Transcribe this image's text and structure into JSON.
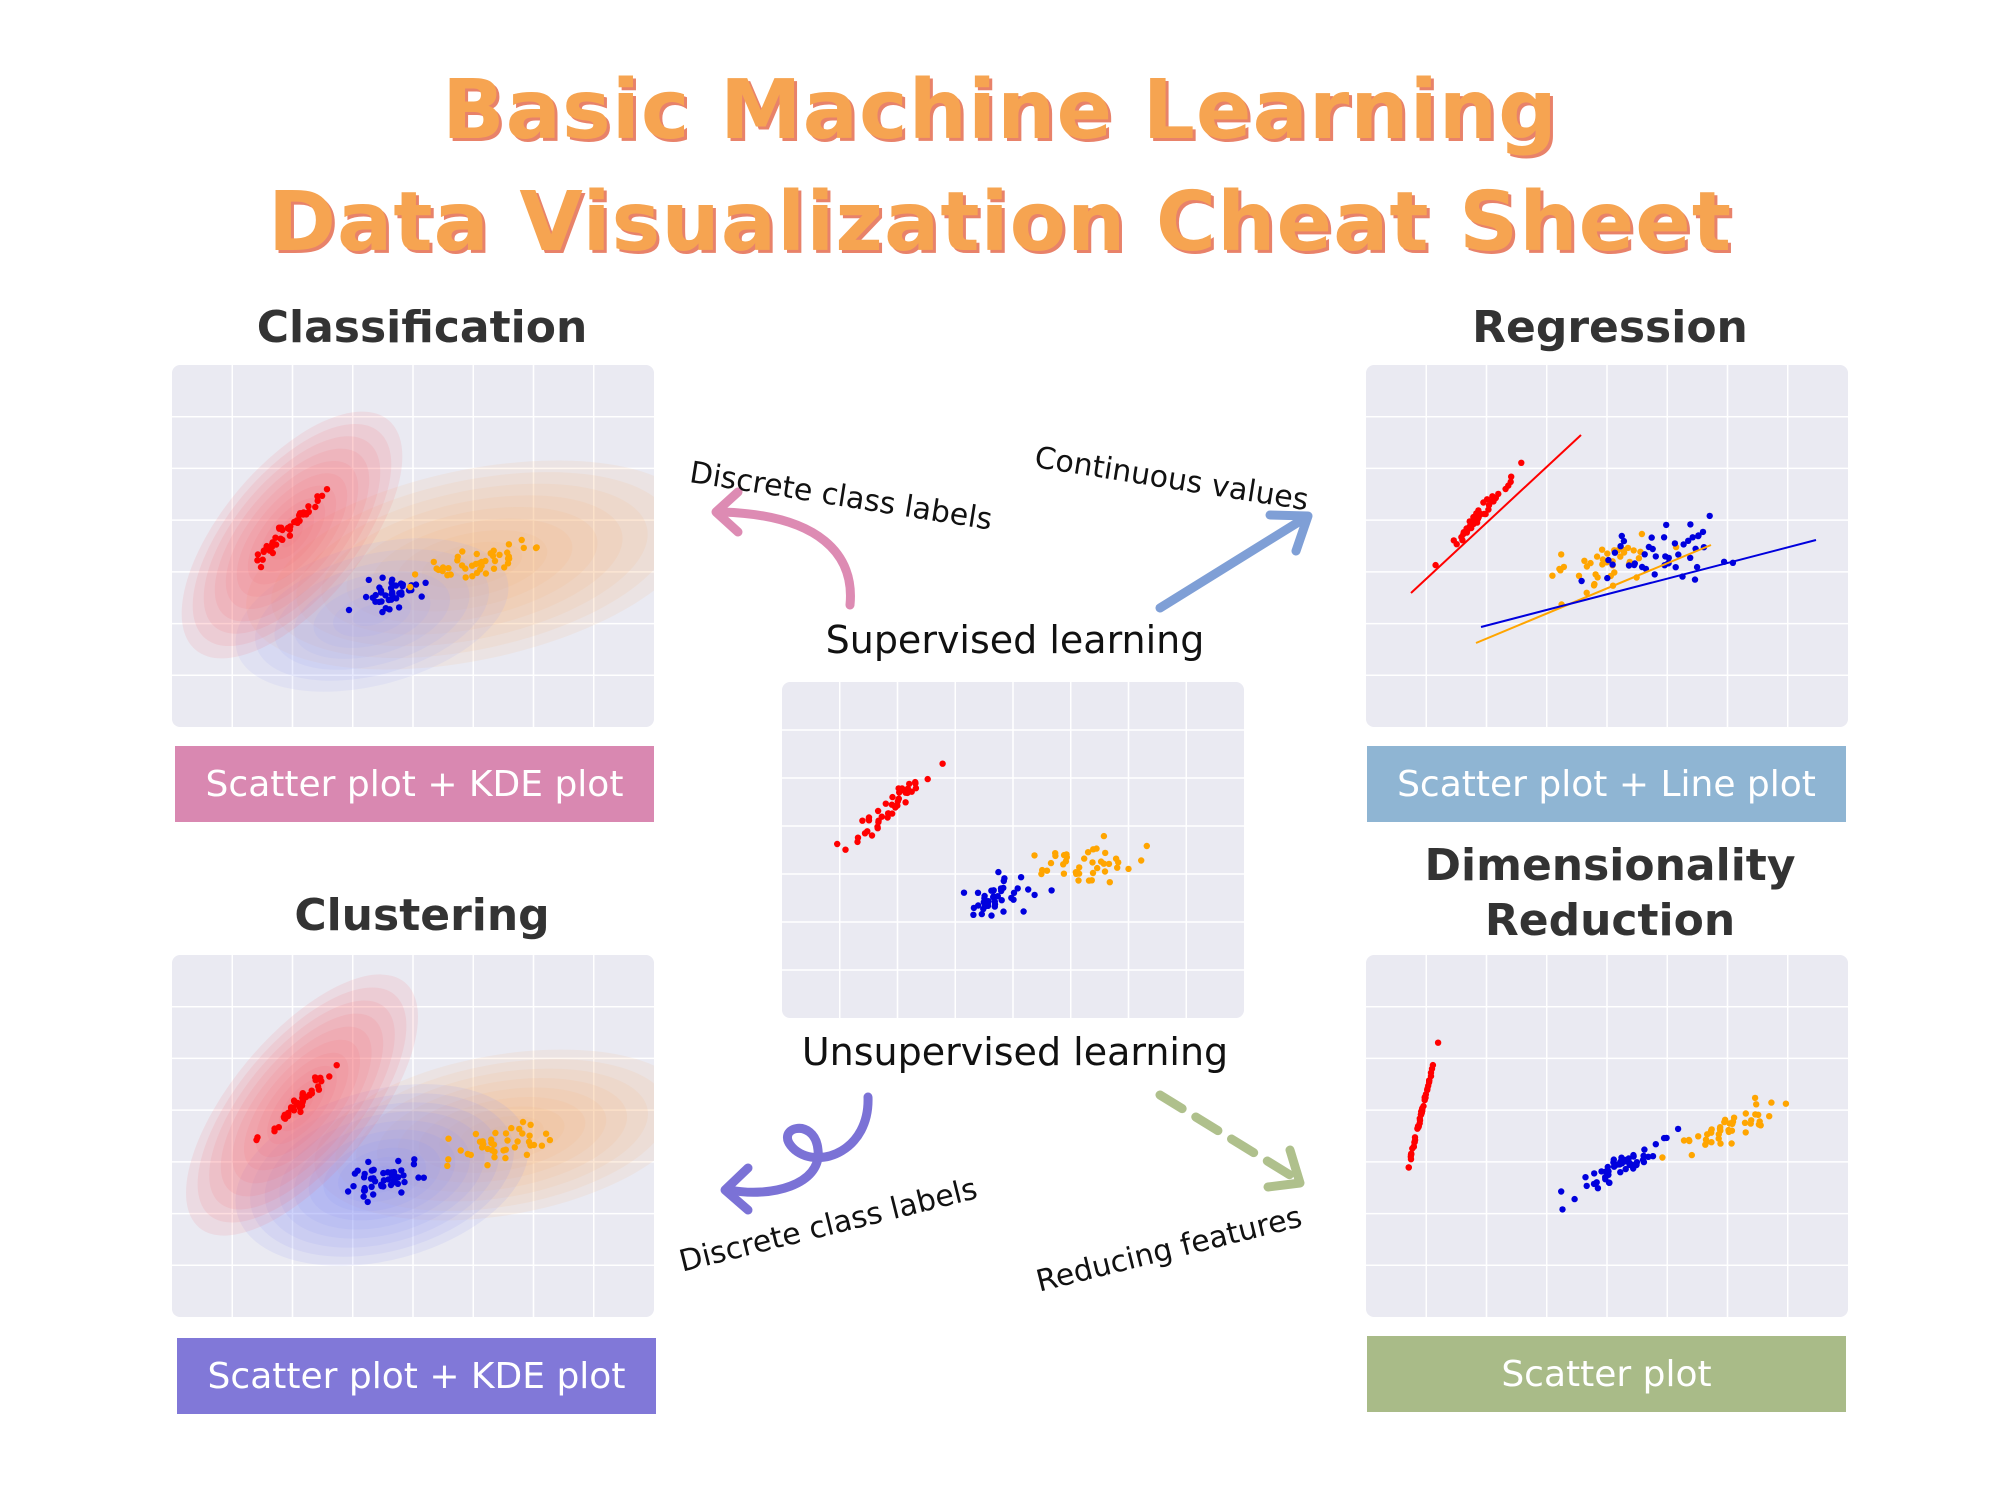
{
  "title": {
    "line1": "Basic Machine Learning",
    "line2": "Data Visualization Cheat Sheet"
  },
  "sections": {
    "classification": {
      "heading": "Classification",
      "plot_label": "Scatter plot + KDE plot",
      "label_color": "#D988B1"
    },
    "regression": {
      "heading": "Regression",
      "plot_label": "Scatter plot + Line plot",
      "label_color": "#8FB5D3"
    },
    "clustering": {
      "heading": "Clustering",
      "plot_label": "Scatter plot + KDE plot",
      "label_color": "#8178D8"
    },
    "dimensionality": {
      "heading_line1": "Dimensionality",
      "heading_line2": "Reduction",
      "plot_label": "Scatter plot",
      "label_color": "#A9BB88"
    }
  },
  "center": {
    "supervised": "Supervised learning",
    "unsupervised": "Unsupervised learning"
  },
  "annotations": {
    "classification": "Discrete class labels",
    "regression": "Continuous values",
    "clustering": "Discrete class labels",
    "dimensionality": "Reducing features"
  },
  "arrow_colors": {
    "classification": "#DD8BB3",
    "regression": "#7F9FD6",
    "clustering": "#7B72D6",
    "dimensionality": "#AFC08C"
  },
  "series_colors": {
    "red": "#FF0000",
    "blue": "#0000DD",
    "orange": "#FFA500"
  }
}
